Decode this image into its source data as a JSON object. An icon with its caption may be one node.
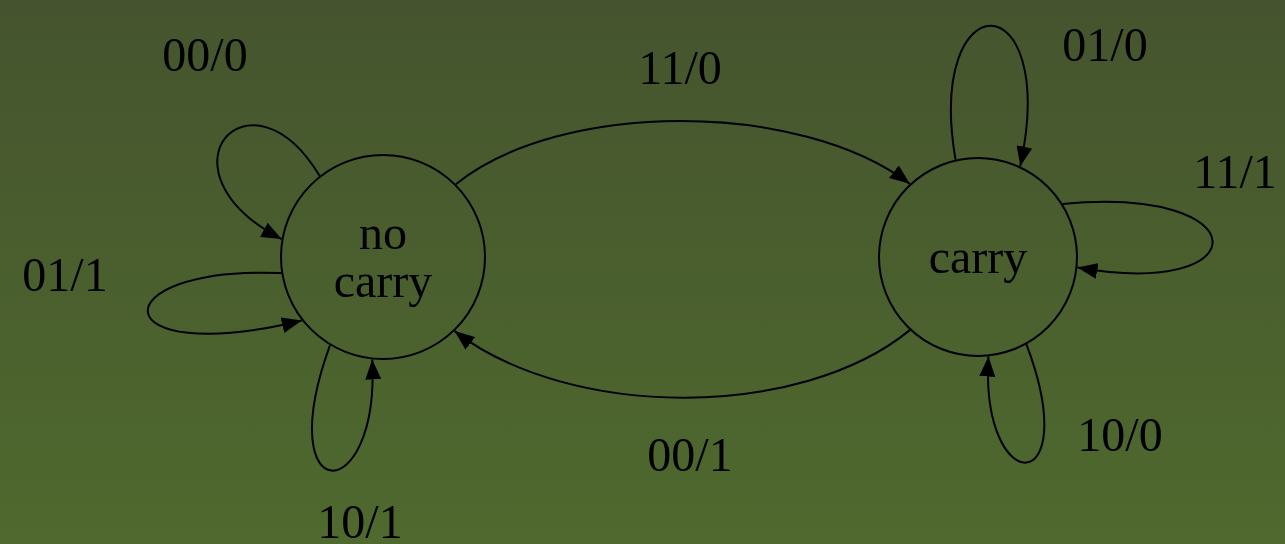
{
  "diagram": {
    "nodes": [
      {
        "text": [
          "no carry"
        ]
      },
      {
        "text": [
          "carry"
        ]
      }
    ],
    "edges": [
      {
        "from": 0,
        "to": 0,
        "arrow": "to",
        "label": "00/0"
      },
      {
        "from": 0,
        "to": 0,
        "arrow": "to",
        "label": "01/1"
      },
      {
        "from": 0,
        "to": 0,
        "arrow": "to",
        "label": "10/1"
      },
      {
        "from": 0,
        "to": 1,
        "arrow": "to",
        "label": "11/0"
      },
      {
        "from": 1,
        "to": 0,
        "arrow": "to",
        "label": "00/1"
      },
      {
        "from": 1,
        "to": 1,
        "arrow": "to",
        "label": "01/0"
      },
      {
        "from": 1,
        "to": 1,
        "arrow": "to",
        "label": "11/1"
      },
      {
        "from": 1,
        "to": 1,
        "arrow": "to",
        "label": "10/0"
      }
    ]
  }
}
